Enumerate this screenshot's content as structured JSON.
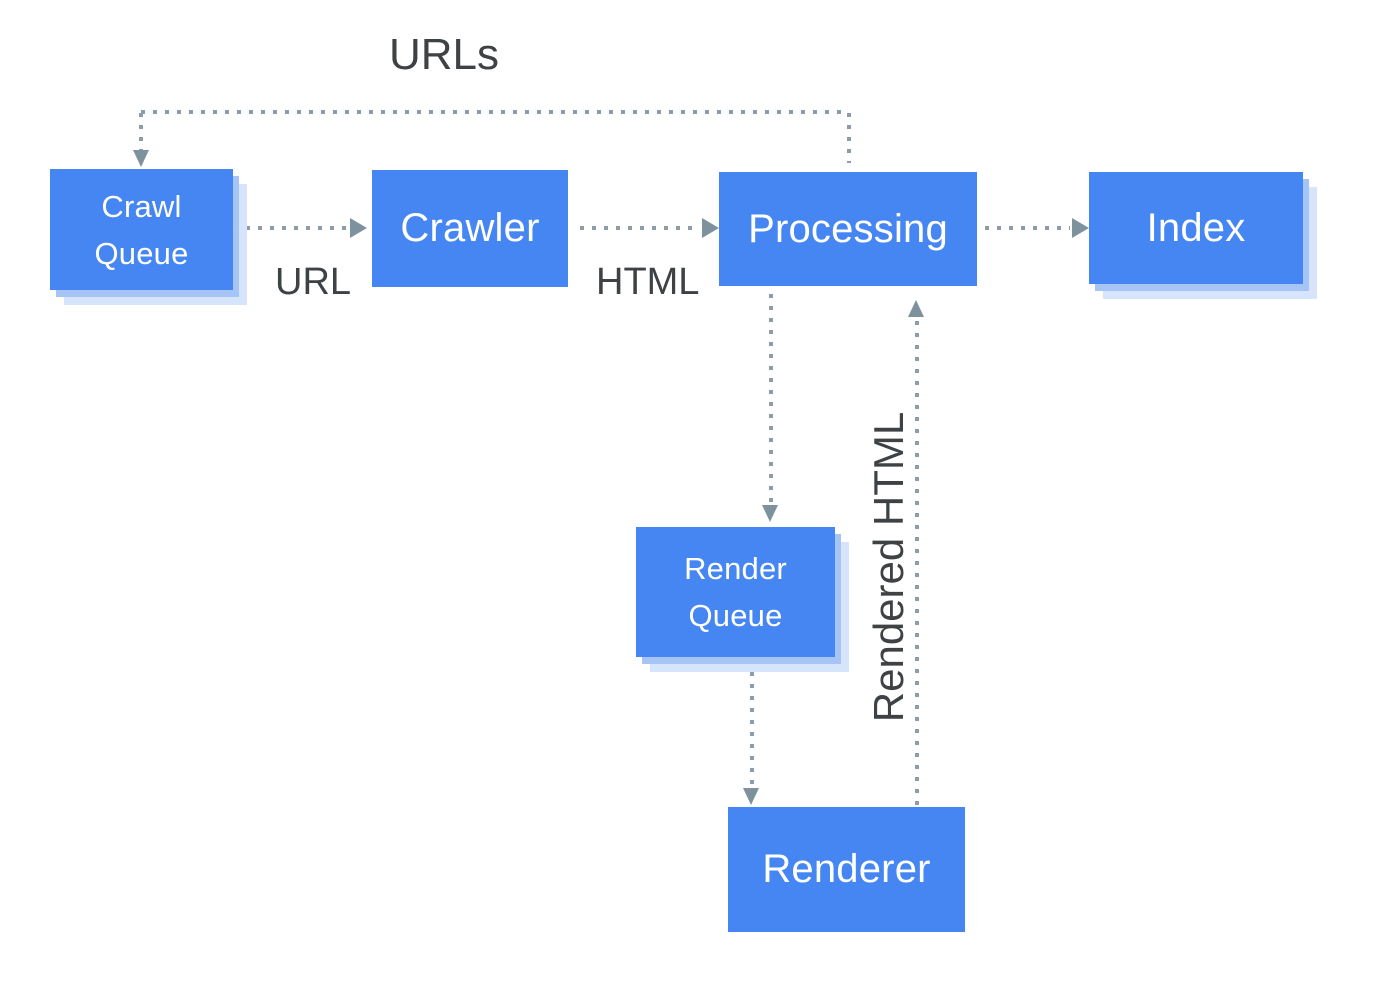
{
  "diagram": {
    "nodes": [
      {
        "id": "crawl-queue",
        "label": "Crawl Queue",
        "style": "queue"
      },
      {
        "id": "crawler",
        "label": "Crawler",
        "style": "process"
      },
      {
        "id": "processing",
        "label": "Processing",
        "style": "process"
      },
      {
        "id": "index",
        "label": "Index",
        "style": "queue"
      },
      {
        "id": "render-queue",
        "label": "Render Queue",
        "style": "queue"
      },
      {
        "id": "renderer",
        "label": "Renderer",
        "style": "process"
      }
    ],
    "edges": [
      {
        "from": "processing",
        "to": "crawl-queue",
        "label": "URLs"
      },
      {
        "from": "crawl-queue",
        "to": "crawler",
        "label": "URL"
      },
      {
        "from": "crawler",
        "to": "processing",
        "label": "HTML"
      },
      {
        "from": "processing",
        "to": "index",
        "label": ""
      },
      {
        "from": "processing",
        "to": "render-queue",
        "label": ""
      },
      {
        "from": "render-queue",
        "to": "renderer",
        "label": ""
      },
      {
        "from": "renderer",
        "to": "processing",
        "label": "Rendered HTML"
      }
    ],
    "colors": {
      "node_fill": "#4586f2",
      "node_text": "#ffffff",
      "shadow_inner": "#a6c5f6",
      "shadow_outer": "#d7e5fc",
      "arrow": "#8c9ca8",
      "arrowhead": "#7e929e",
      "label_text": "#3e4245",
      "background": "#ffffff"
    }
  }
}
